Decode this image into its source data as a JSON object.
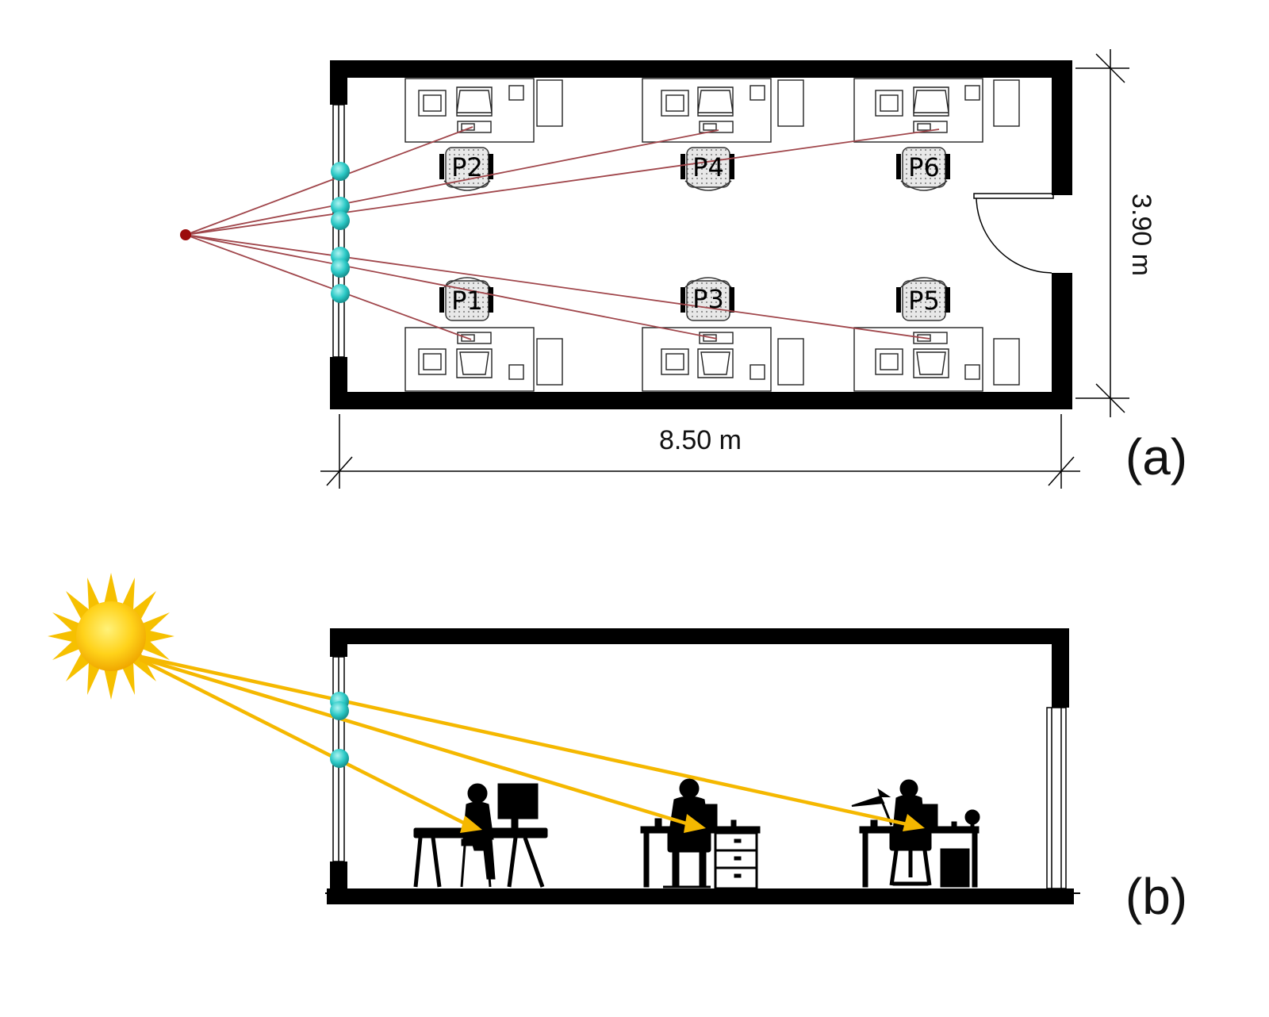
{
  "plan": {
    "seats": [
      {
        "id": "P1",
        "label": "P1"
      },
      {
        "id": "P2",
        "label": "P2"
      },
      {
        "id": "P3",
        "label": "P3"
      },
      {
        "id": "P4",
        "label": "P4"
      },
      {
        "id": "P5",
        "label": "P5"
      },
      {
        "id": "P6",
        "label": "P6"
      }
    ],
    "width_label": "8.50 m",
    "depth_label": "3.90 m",
    "panel_label": "(a)"
  },
  "section": {
    "panel_label": "(b)"
  },
  "colors": {
    "wall": "#000000",
    "sight_line": "#a0464b",
    "viewpoint": "#9b0c0c",
    "window_marker": "#2bc9c6",
    "sun_ray": "#f5b800",
    "sun": "#ffd21a",
    "silhouette": "#000000"
  }
}
